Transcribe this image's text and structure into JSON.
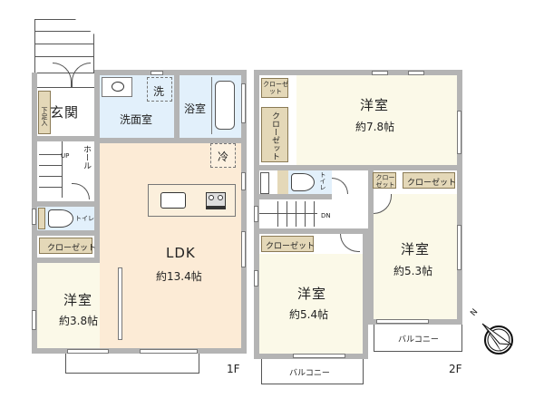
{
  "floor1": {
    "label": "1F",
    "rooms": {
      "entrance": "玄関",
      "shoe_storage": "下足入",
      "washroom": "洗面室",
      "washer": "洗",
      "bathroom": "浴室",
      "hall": "ホール",
      "stairs_up": "UP",
      "toilet": "トイレ",
      "closet": "クローゼット",
      "ldk": "LDK",
      "ldk_size": "約13.4帖",
      "fridge": "冷",
      "western_room": "洋室",
      "western_room_size": "約3.8帖"
    }
  },
  "floor2": {
    "label": "2F",
    "rooms": {
      "western_room_a": "洋室",
      "western_room_a_size": "約7.8帖",
      "closet_a": "クローゼット",
      "closet_b": "クローゼット",
      "toilet": "トイレ",
      "stairs_down": "DN",
      "closet_c": "クローゼット",
      "closet_d": "クローゼット",
      "closet_e": "クローゼット",
      "western_room_b": "洋室",
      "western_room_b_size": "約5.4帖",
      "western_room_c": "洋室",
      "western_room_c_size": "約5.3帖",
      "balcony_a": "バルコニー",
      "balcony_b": "バルコニー"
    }
  },
  "compass": {
    "label": "N",
    "icon": "compass-icon"
  },
  "colors": {
    "wall": "#b4b4b4",
    "room_ivory": "#fbf9e8",
    "ldk": "#fcebd6",
    "wet_area": "#e2f0fb",
    "closet": "#e4d8b8"
  }
}
